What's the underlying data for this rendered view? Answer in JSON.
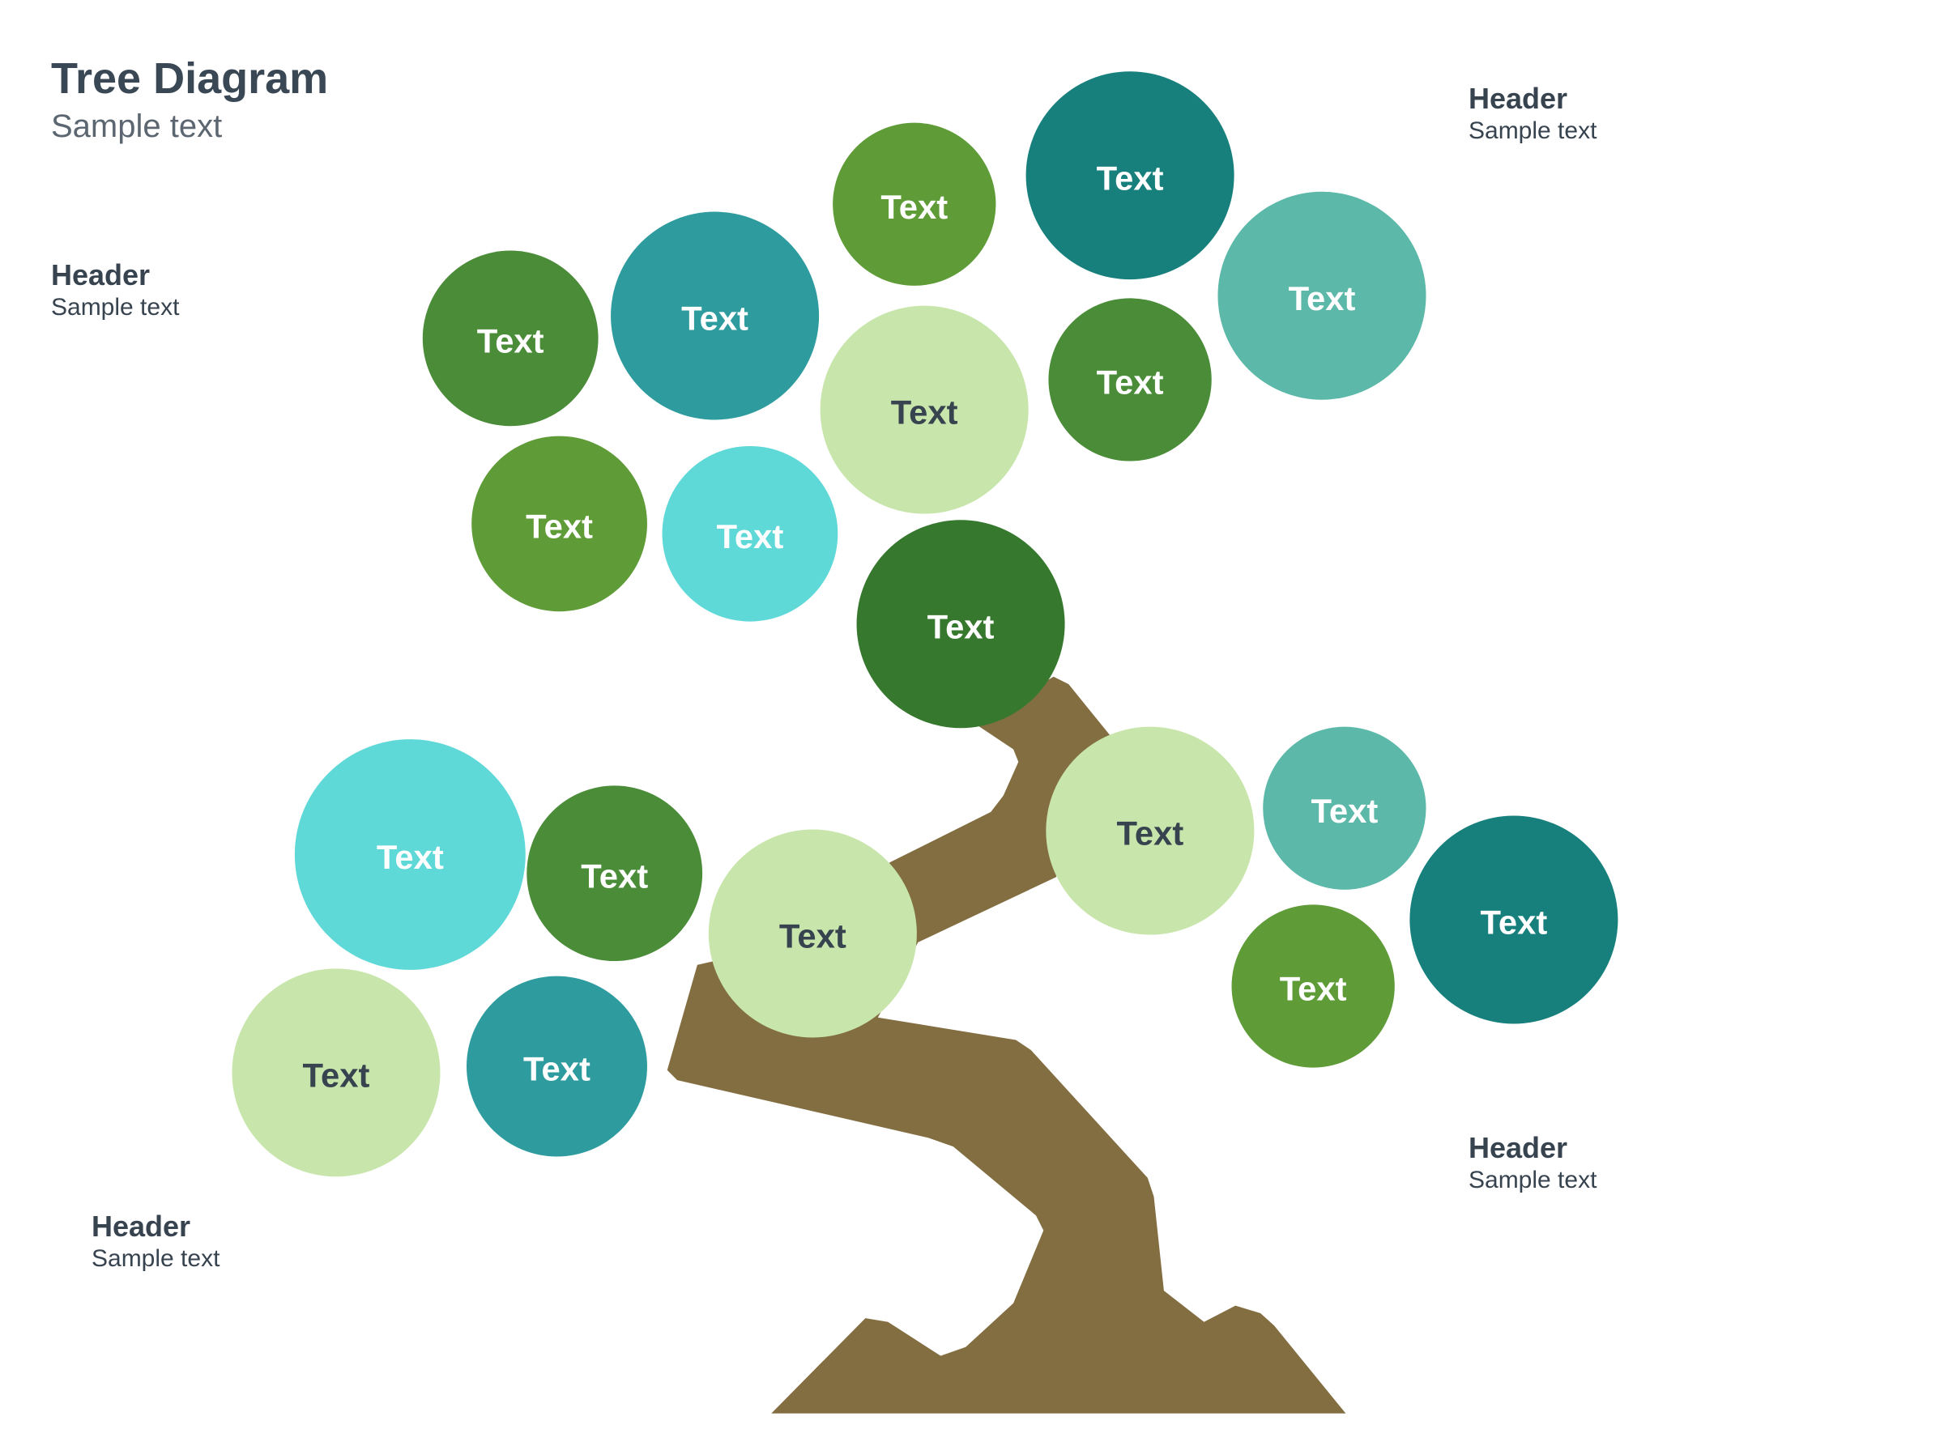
{
  "title": "Tree Diagram",
  "subtitle": "Sample text",
  "headers": [
    {
      "header": "Header",
      "text": "Sample text"
    },
    {
      "header": "Header",
      "text": "Sample text"
    },
    {
      "header": "Header",
      "text": "Sample text"
    },
    {
      "header": "Header",
      "text": "Sample text"
    }
  ],
  "colors": {
    "trunk": "#836e41",
    "dark_text": "#37434f",
    "light_text": "#ffffff"
  },
  "nodes": [
    {
      "label": "Text",
      "color": "#4a8c38",
      "text_color": "#ffffff"
    },
    {
      "label": "Text",
      "color": "#2e9b9e",
      "text_color": "#ffffff"
    },
    {
      "label": "Text",
      "color": "#5f9c38",
      "text_color": "#ffffff"
    },
    {
      "label": "Text",
      "color": "#177f7c",
      "text_color": "#ffffff"
    },
    {
      "label": "Text",
      "color": "#5cb8a8",
      "text_color": "#ffffff"
    },
    {
      "label": "Text",
      "color": "#4a8c38",
      "text_color": "#ffffff"
    },
    {
      "label": "Text",
      "color": "#c8e6ab",
      "text_color": "#37434f"
    },
    {
      "label": "Text",
      "color": "#5f9c38",
      "text_color": "#ffffff"
    },
    {
      "label": "Text",
      "color": "#5fd8d8",
      "text_color": "#ffffff"
    },
    {
      "label": "Text",
      "color": "#36782e",
      "text_color": "#ffffff"
    },
    {
      "label": "Text",
      "color": "#5fd8d8",
      "text_color": "#ffffff"
    },
    {
      "label": "Text",
      "color": "#4a8c38",
      "text_color": "#ffffff"
    },
    {
      "label": "Text",
      "color": "#c8e6ab",
      "text_color": "#37434f"
    },
    {
      "label": "Text",
      "color": "#c8e6ab",
      "text_color": "#37434f"
    },
    {
      "label": "Text",
      "color": "#5cb8a8",
      "text_color": "#ffffff"
    },
    {
      "label": "Text",
      "color": "#177f7c",
      "text_color": "#ffffff"
    },
    {
      "label": "Text",
      "color": "#5f9c38",
      "text_color": "#ffffff"
    },
    {
      "label": "Text",
      "color": "#c8e6ab",
      "text_color": "#37434f"
    },
    {
      "label": "Text",
      "color": "#2e9b9e",
      "text_color": "#ffffff"
    }
  ]
}
